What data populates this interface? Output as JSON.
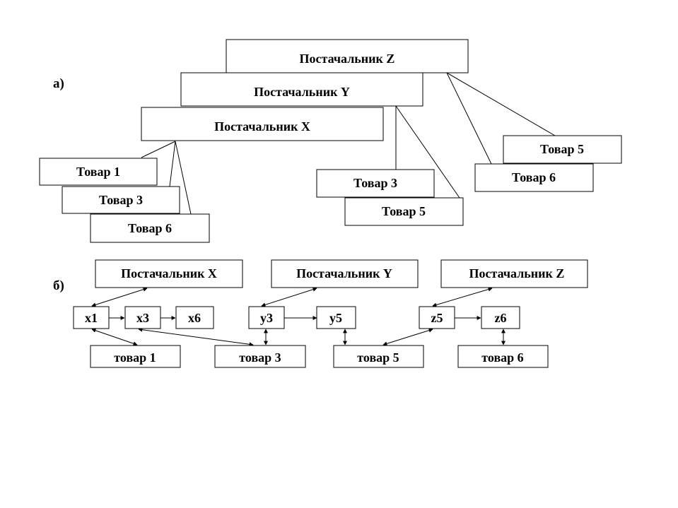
{
  "part_a": {
    "label": "а)",
    "suppliers": [
      {
        "id": "supplier-z",
        "text": "Постачальник Z"
      },
      {
        "id": "supplier-y",
        "text": "Постачальник Y"
      },
      {
        "id": "supplier-x",
        "text": "Постачальник X"
      }
    ],
    "products": [
      {
        "id": "x-product-1",
        "text": "Товар 1"
      },
      {
        "id": "x-product-3",
        "text": "Товар 3"
      },
      {
        "id": "x-product-6",
        "text": "Товар 6"
      },
      {
        "id": "y-product-3",
        "text": "Товар 3"
      },
      {
        "id": "y-product-5",
        "text": "Товар 5"
      },
      {
        "id": "z-product-5",
        "text": "Товар 5"
      },
      {
        "id": "z-product-6",
        "text": "Товар 6"
      }
    ]
  },
  "part_b": {
    "label": "б)",
    "suppliers": [
      {
        "id": "supplier-x",
        "text": "Постачальник X"
      },
      {
        "id": "supplier-y",
        "text": "Постачальник Y"
      },
      {
        "id": "supplier-z",
        "text": "Постачальник Z"
      }
    ],
    "links": [
      {
        "id": "x1",
        "text": "x1"
      },
      {
        "id": "x3",
        "text": "x3"
      },
      {
        "id": "x6",
        "text": "x6"
      },
      {
        "id": "y3",
        "text": "y3"
      },
      {
        "id": "y5",
        "text": "y5"
      },
      {
        "id": "z5",
        "text": "z5"
      },
      {
        "id": "z6",
        "text": "z6"
      }
    ],
    "products": [
      {
        "id": "product-1",
        "text": "товар 1"
      },
      {
        "id": "product-3",
        "text": "товар 3"
      },
      {
        "id": "product-5",
        "text": "товар 5"
      },
      {
        "id": "product-6",
        "text": "товар 6"
      }
    ]
  }
}
